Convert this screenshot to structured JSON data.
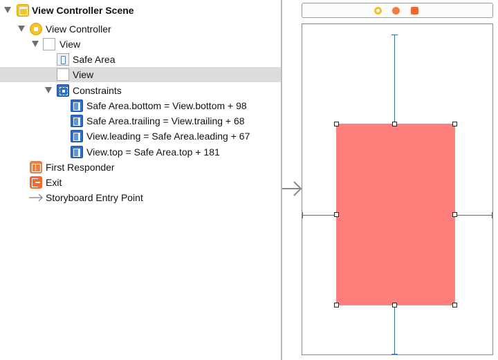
{
  "outline": {
    "items": [
      {
        "label": "View Controller Scene",
        "icon": "scene-icon"
      },
      {
        "label": "View Controller",
        "icon": "view-controller-icon"
      },
      {
        "label": "View",
        "icon": "view-icon"
      },
      {
        "label": "Safe Area",
        "icon": "safe-area-icon"
      },
      {
        "label": "View",
        "icon": "view-icon",
        "selected": true
      },
      {
        "label": "Constraints",
        "icon": "constraints-icon"
      },
      {
        "label": "Safe Area.bottom = View.bottom + 98",
        "icon": "constraint-icon"
      },
      {
        "label": "Safe Area.trailing = View.trailing + 68",
        "icon": "constraint-icon"
      },
      {
        "label": "View.leading = Safe Area.leading + 67",
        "icon": "constraint-icon"
      },
      {
        "label": "View.top = Safe Area.top + 181",
        "icon": "constraint-icon"
      },
      {
        "label": "First Responder",
        "icon": "first-responder-icon"
      },
      {
        "label": "Exit",
        "icon": "exit-icon"
      },
      {
        "label": "Storyboard Entry Point",
        "icon": "entry-arrow-icon"
      }
    ]
  },
  "canvas": {
    "dock_icons": [
      "view-controller-icon",
      "first-responder-icon",
      "exit-icon"
    ],
    "subview_color": "#fe7f7b",
    "constraint_color": "#3a6fa7"
  }
}
